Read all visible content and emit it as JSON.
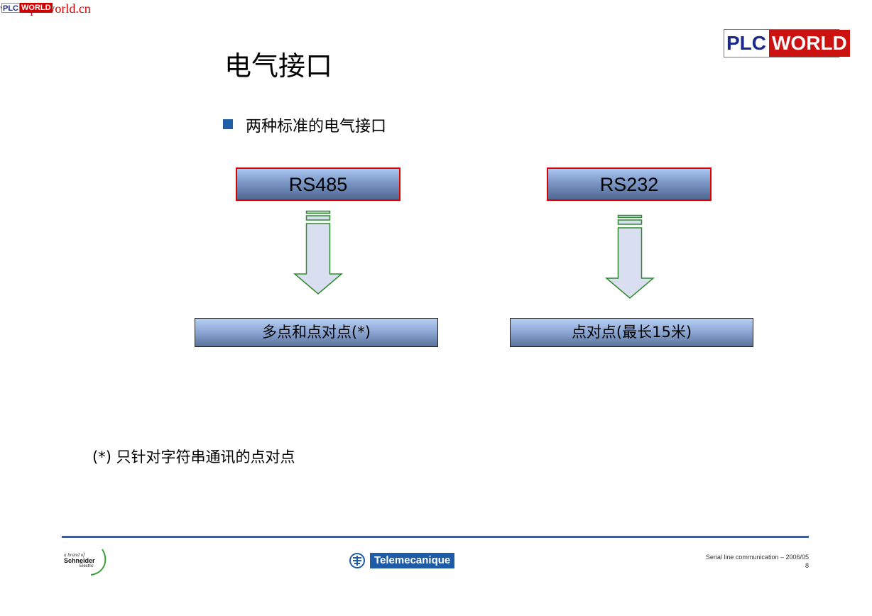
{
  "watermark": {
    "url": "www.plcworld.cn",
    "badge_left": "PLC",
    "badge_right": "WORLD"
  },
  "logo": {
    "left": "PLC",
    "right": "WORLD"
  },
  "slide": {
    "title": "电气接口",
    "bullet": "两种标准的电气接口",
    "left": {
      "header": "RS485",
      "result": "多点和点对点(*)"
    },
    "right": {
      "header": "RS232",
      "result": "点对点(最长15米)"
    },
    "footnote": "(*) 只针对字符串通讯的点对点"
  },
  "footer": {
    "schneider_brand": "a brand of",
    "schneider_name": "Schneider",
    "schneider_sub": "Electric",
    "telemecanique": "Telemecanique",
    "caption": "Serial line communication – 2006/05",
    "page": "8"
  },
  "colors": {
    "accent_blue": "#2c62b4",
    "box_border_red": "#e00000",
    "arrow_green": "#2e8b2e",
    "arrow_fill": "#d9dff0"
  }
}
